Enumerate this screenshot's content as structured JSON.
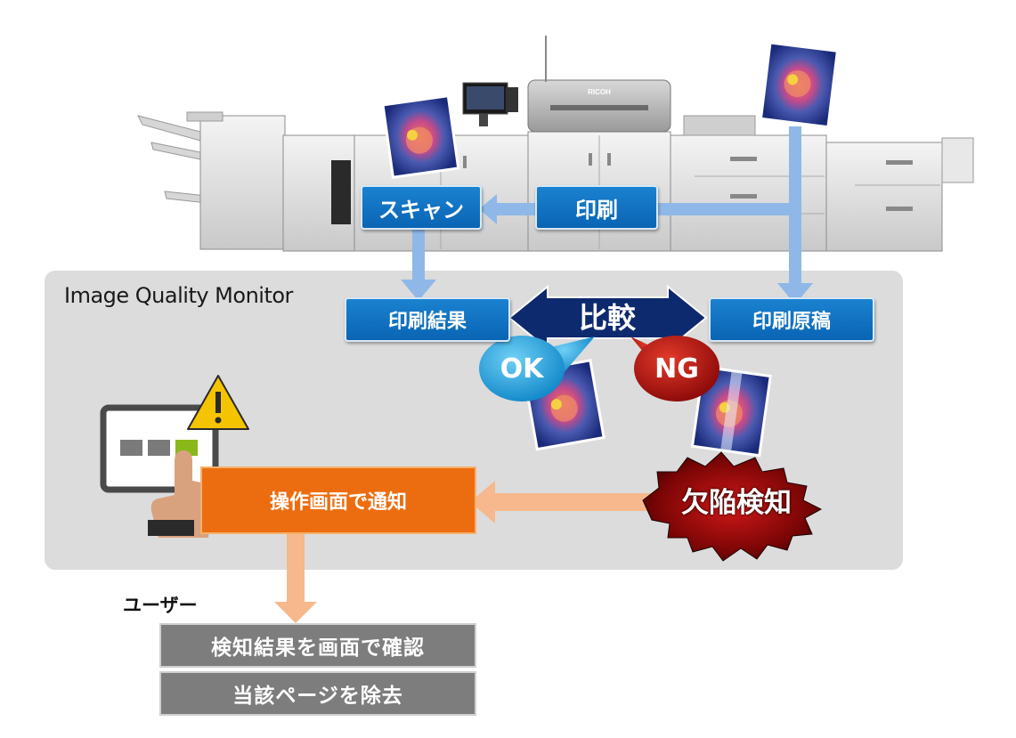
{
  "printer": {
    "brand": "RICOH"
  },
  "flow": {
    "scan_label": "スキャン",
    "print_label": "印刷",
    "print_result_label": "印刷結果",
    "print_original_label": "印刷原稿",
    "compare_label": "比較"
  },
  "panel": {
    "title": "Image Quality Monitor"
  },
  "judgement": {
    "ok_label": "OK",
    "ng_label": "NG"
  },
  "notify": {
    "label": "操作画面で通知",
    "defect_label": "欠陥検知"
  },
  "user": {
    "label": "ユーザー",
    "actions": [
      "検知結果を画面で確認",
      "当該ページを除去"
    ]
  },
  "colors": {
    "box_blue": "#0a64b4",
    "arrow_blue": "#8fb8e8",
    "compare_navy": "#0e2a6e",
    "ok_cyan": "#23a3df",
    "ng_red": "#c41a1a",
    "notify_orange": "#ec6d10",
    "arrow_orange": "#f6b88c",
    "panel_grey": "#dcdcdc",
    "action_grey": "#7d7d7d",
    "warning_yellow": "#f5c400"
  },
  "icons": [
    "flower-photo-icon",
    "warning-icon",
    "tablet-icon",
    "hand-pointer-icon",
    "printer-illustration"
  ]
}
